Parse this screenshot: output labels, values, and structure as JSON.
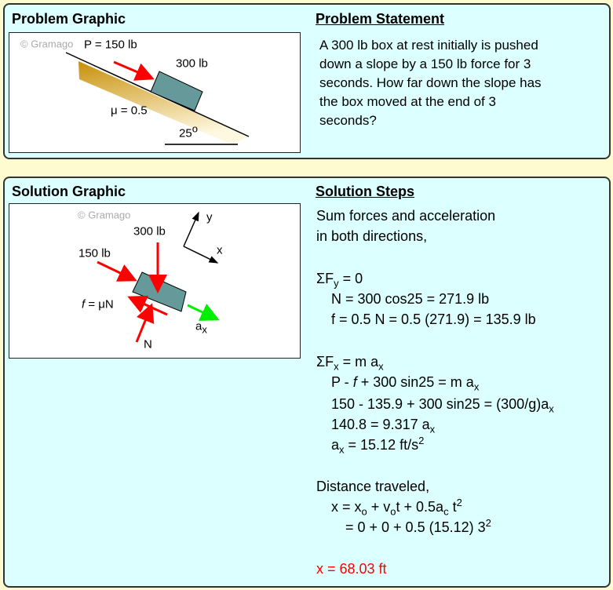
{
  "problem": {
    "graphic_title": "Problem Graphic",
    "statement_title": "Problem Statement",
    "statement_lines": [
      "A 300 lb box at rest initially is pushed",
      "down a slope by a 150 lb force for 3",
      "seconds. How far down the slope has",
      "the box moved at the end of 3",
      "seconds?"
    ],
    "labels": {
      "watermark": "© Gramago",
      "force": "P = 150 lb",
      "weight": "300 lb",
      "friction": "μ = 0.5",
      "angle": "25",
      "angle_sup": "o"
    }
  },
  "solution": {
    "graphic_title": "Solution Graphic",
    "steps_title": "Solution Steps",
    "labels": {
      "watermark": "© Gramago",
      "weight": "300 lb",
      "push": "150 lb",
      "friction_f": "f",
      "friction_rest": " = μN",
      "accel": "a",
      "accel_sub": "x",
      "normal": "N",
      "y_axis": "y",
      "x_axis": "x"
    },
    "lines": [
      [
        {
          "t": "Sum forces and acceleration"
        }
      ],
      [
        {
          "t": "in both directions,"
        }
      ],
      [
        {
          "t": "ΣF"
        },
        {
          "t": "y",
          "s": "sub"
        },
        {
          "t": " = 0"
        }
      ],
      [
        {
          "t": "N = 300 cos25 = 271.9 lb"
        }
      ],
      [
        {
          "t": "f = 0.5 N = 0.5 (271.9) = 135.9 lb"
        }
      ],
      [
        {
          "t": "ΣF"
        },
        {
          "t": "x",
          "s": "sub"
        },
        {
          "t": " = m a"
        },
        {
          "t": "x",
          "s": "sub"
        }
      ],
      [
        {
          "t": "P - "
        },
        {
          "t": "f",
          "s": "i"
        },
        {
          "t": " + 300 sin25 = m a"
        },
        {
          "t": "x",
          "s": "sub"
        }
      ],
      [
        {
          "t": "150 - 135.9 + 300 sin25 = (300/g)a"
        },
        {
          "t": "x",
          "s": "sub"
        }
      ],
      [
        {
          "t": "140.8 = 9.317 a"
        },
        {
          "t": "x",
          "s": "sub"
        }
      ],
      [
        {
          "t": "a"
        },
        {
          "t": "x",
          "s": "sub"
        },
        {
          "t": " = 15.12 ft/s"
        },
        {
          "t": "2",
          "s": "sup"
        }
      ],
      [
        {
          "t": "Distance traveled,"
        }
      ],
      [
        {
          "t": "x = x"
        },
        {
          "t": "o",
          "s": "sub"
        },
        {
          "t": " + v"
        },
        {
          "t": "o",
          "s": "sub"
        },
        {
          "t": "t + 0.5a"
        },
        {
          "t": "c",
          "s": "sub"
        },
        {
          "t": " t"
        },
        {
          "t": "2",
          "s": "sup"
        }
      ],
      [
        {
          "t": "= 0 + 0 + 0.5 (15.12) 3"
        },
        {
          "t": "2",
          "s": "sup"
        }
      ],
      [
        {
          "t": "x = 68.03 ft"
        }
      ]
    ]
  },
  "colors": {
    "answer": "#ff0000",
    "force": "#ff0000",
    "accel": "#00ee00",
    "block": "#669999"
  }
}
